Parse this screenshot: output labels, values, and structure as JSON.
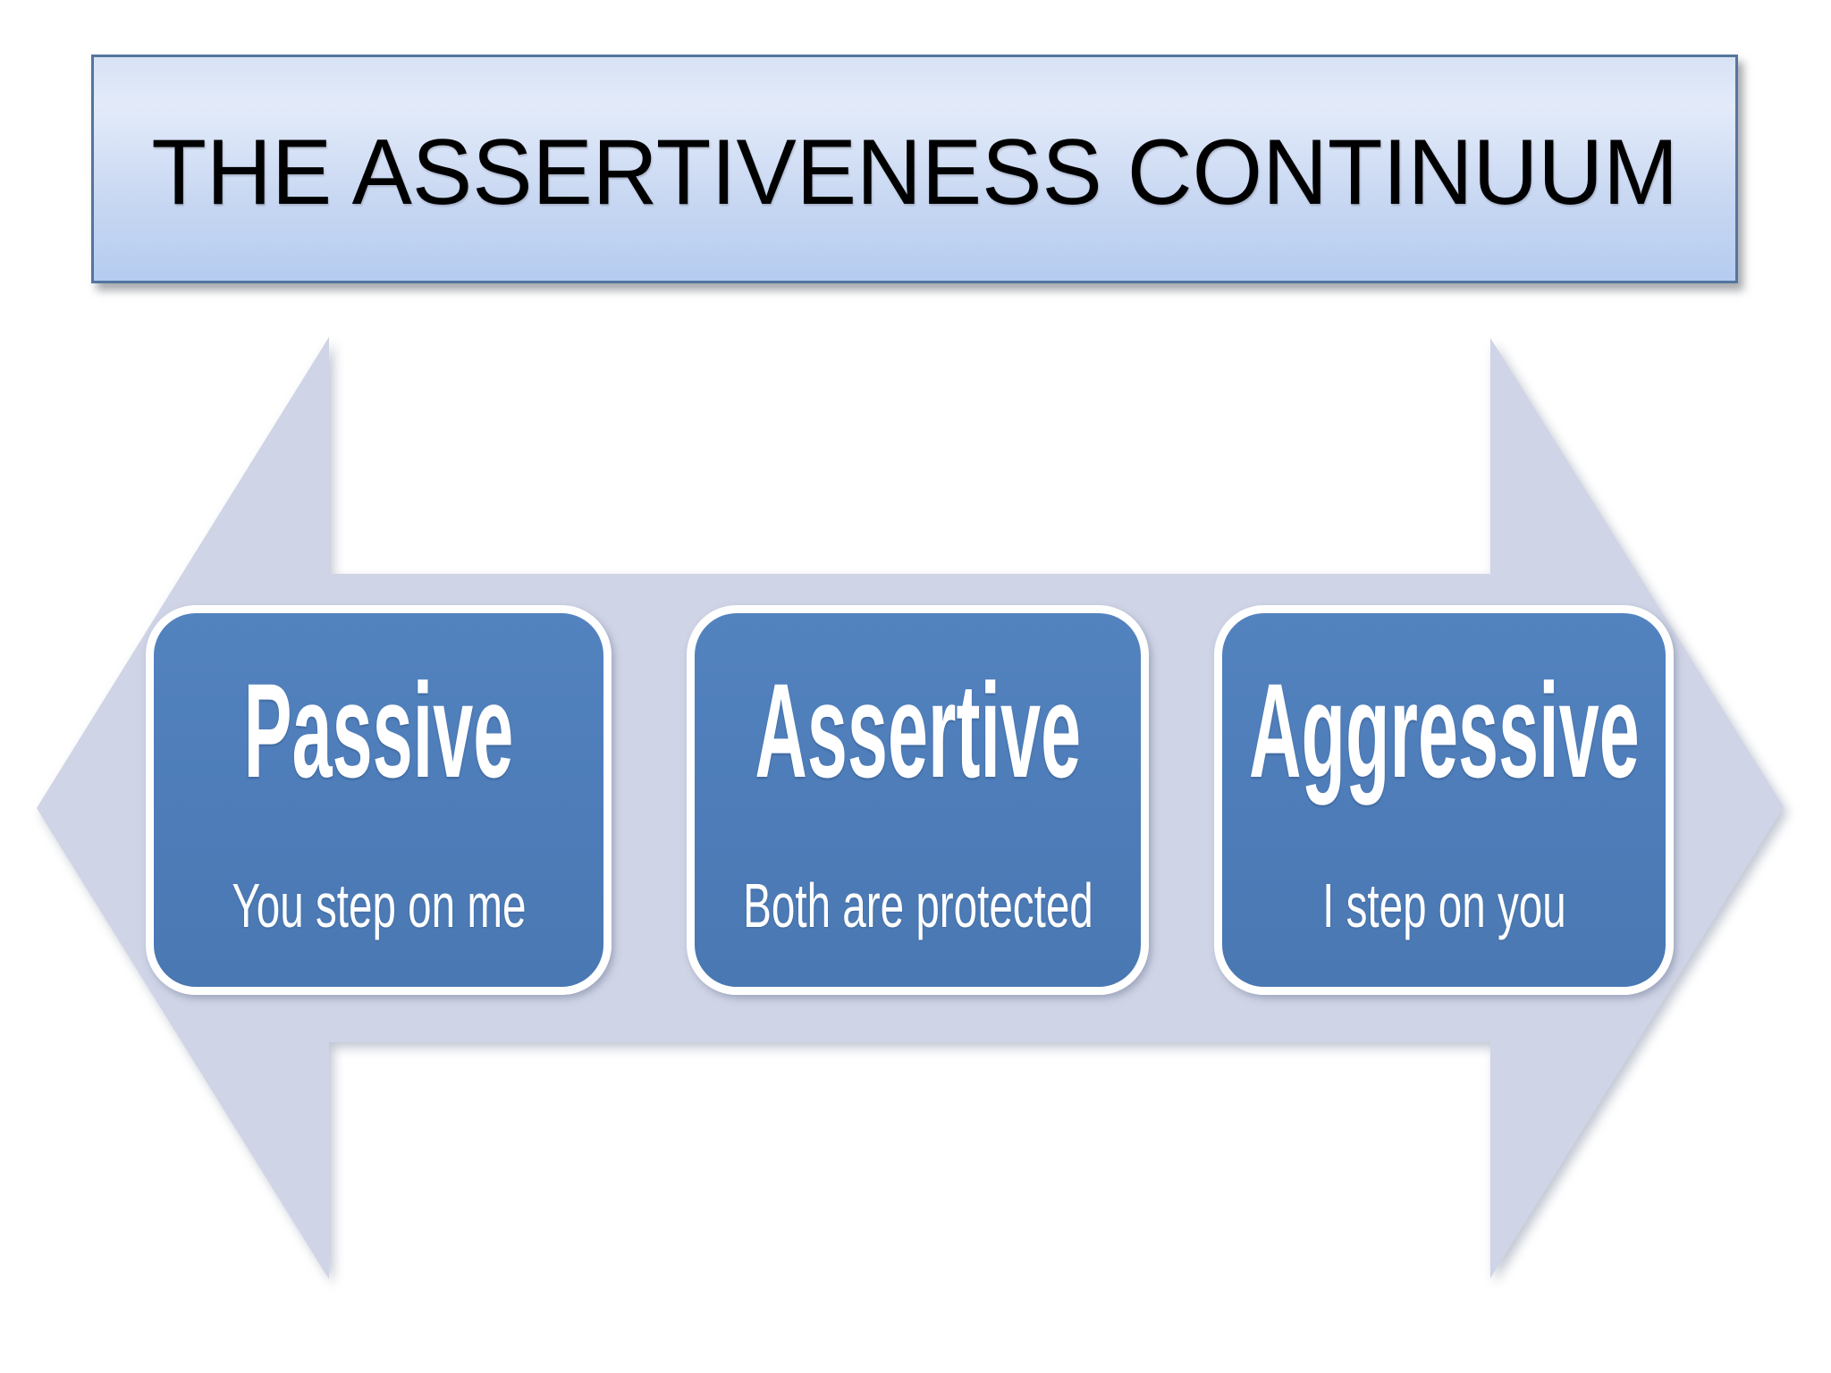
{
  "slide": {
    "title": "THE ASSERTIVENESS CONTINUUM"
  },
  "continuum": {
    "items": [
      {
        "id": "passive",
        "heading": "Passive",
        "subtext": "You step on me"
      },
      {
        "id": "assertive",
        "heading": "Assertive",
        "subtext": "Both are protected"
      },
      {
        "id": "aggressive",
        "heading": "Aggressive",
        "subtext": "I step on you"
      }
    ]
  },
  "colors": {
    "box_fill": "#4d7cb8",
    "box_text": "#ffffff",
    "arrow_fill": "#cfd4e6",
    "title_text": "#000000",
    "title_border": "#54759e",
    "title_bg_top": "#d7e2f5",
    "title_bg_bottom": "#b5ccf0"
  }
}
